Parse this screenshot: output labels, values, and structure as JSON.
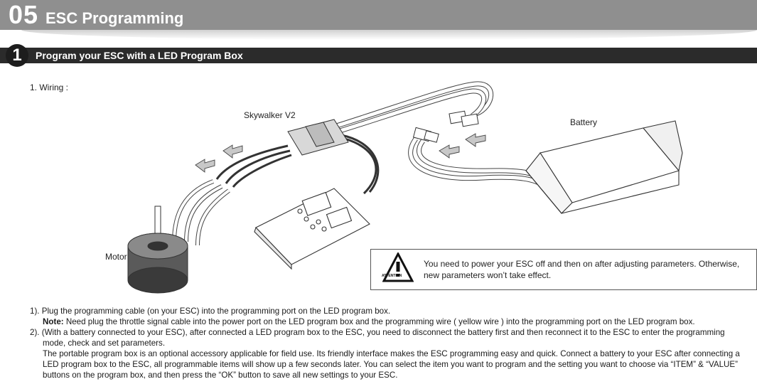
{
  "header": {
    "number": "05",
    "title": "ESC Programming"
  },
  "section": {
    "number": "1",
    "title": "Program your ESC with a LED Program Box"
  },
  "wiring_label": "1. Wiring :",
  "diagram": {
    "esc_label": "Skywalker V2",
    "battery_label": "Battery",
    "motor_label": "Motor"
  },
  "notice": {
    "icon_text": "ATTENTION",
    "text": "You need to power your ESC off and then on after adjusting parameters. Otherwise, new parameters won’t take effect."
  },
  "instructions": {
    "step1": "1). Plug the programming cable (on your ESC) into the programming port on the LED program box.",
    "note_label": "Note:",
    "note_text": " Need plug the throttle signal cable into the power port on the LED program box and the programming wire ( yellow wire ) into the programming port on the LED program box.",
    "step2": "2). (With a battery connected to your ESC), after connected a LED program box to the ESC, you need to disconnect the battery first and then reconnect it to the ESC to enter the programming",
    "step2_cont": "mode, check and set parameters.",
    "para": "The portable program box is an optional accessory applicable for field use. Its friendly interface makes the ESC programming easy and quick. Connect a battery to your ESC after connecting a LED program box to the ESC, all programmable items will show up a few seconds later. You can select the item you want to program and the setting you want to choose via “ITEM” & “VALUE” buttons on the program box, and then press the “OK” button to save all new settings to your ESC."
  }
}
